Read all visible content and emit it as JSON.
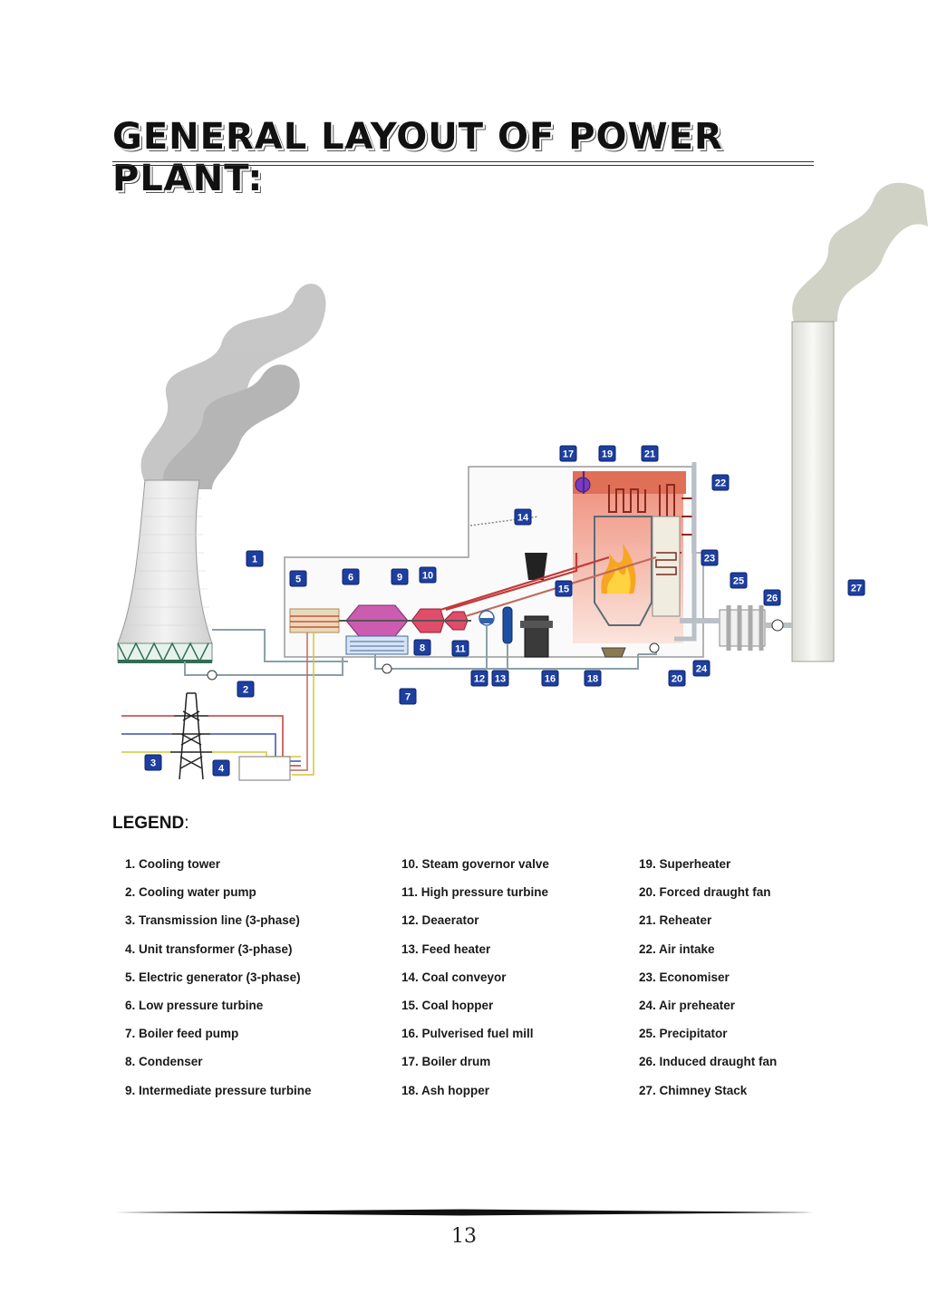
{
  "title": "General Layout of Power Plant:",
  "legend_heading": "LEGEND",
  "legend_colon": ":",
  "legend_columns": [
    [
      "1. Cooling tower",
      "2. Cooling water pump",
      "3. Transmission line (3-phase)",
      "4. Unit transformer (3-phase)",
      "5. Electric generator (3-phase)",
      "6. Low pressure turbine",
      "7. Boiler feed pump",
      "8. Condenser",
      "9. Intermediate pressure turbine"
    ],
    [
      "10. Steam governor valve",
      "11. High pressure turbine",
      "12. Deaerator",
      "13. Feed heater",
      "14. Coal conveyor",
      "15. Coal hopper",
      "16. Pulverised fuel mill",
      "17. Boiler drum",
      "18. Ash hopper"
    ],
    [
      "19. Superheater",
      "20. Forced draught fan",
      "21. Reheater",
      "22. Air intake",
      "23. Economiser",
      "24. Air preheater",
      "25. Precipitator",
      "26. Induced draught fan",
      "27. Chimney Stack"
    ]
  ],
  "diagram_labels": [
    "1",
    "2",
    "3",
    "4",
    "5",
    "6",
    "7",
    "8",
    "9",
    "10",
    "11",
    "12",
    "13",
    "14",
    "15",
    "16",
    "17",
    "18",
    "19",
    "20",
    "21",
    "22",
    "23",
    "24",
    "25",
    "26",
    "27"
  ],
  "page_number": "13",
  "colors": {
    "badge": "#1d3fa0",
    "boiler_hot": "#f2a08a",
    "turbine": "#c9459c",
    "pipe": "#8aa0a8",
    "smoke": "#b9b9b9"
  }
}
